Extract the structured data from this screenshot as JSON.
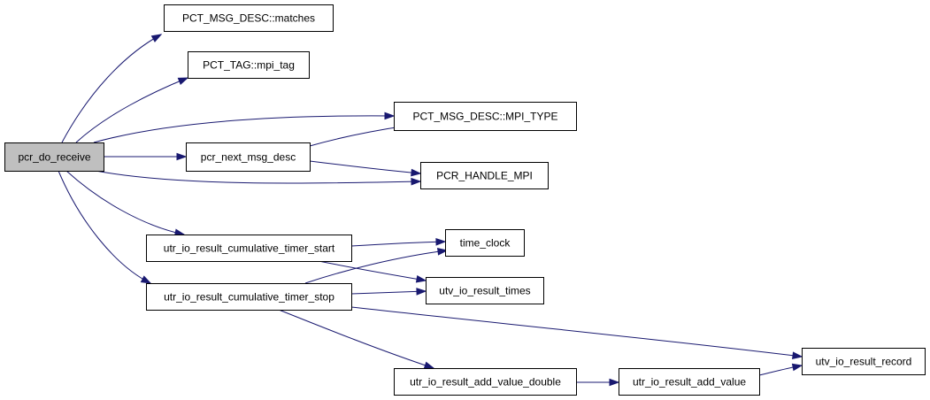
{
  "diagram": {
    "nodes": [
      {
        "id": "pcr_do_receive",
        "label": "pcr_do_receive",
        "root": true
      },
      {
        "id": "matches",
        "label": "PCT_MSG_DESC::matches"
      },
      {
        "id": "mpi_tag",
        "label": "PCT_TAG::mpi_tag"
      },
      {
        "id": "mpi_type",
        "label": "PCT_MSG_DESC::MPI_TYPE"
      },
      {
        "id": "next_msg",
        "label": "pcr_next_msg_desc"
      },
      {
        "id": "handle_mpi",
        "label": "PCR_HANDLE_MPI"
      },
      {
        "id": "timer_start",
        "label": "utr_io_result_cumulative_timer_start"
      },
      {
        "id": "time_clock",
        "label": "time_clock"
      },
      {
        "id": "timer_stop",
        "label": "utr_io_result_cumulative_timer_stop"
      },
      {
        "id": "result_times",
        "label": "utv_io_result_times"
      },
      {
        "id": "result_record",
        "label": "utv_io_result_record"
      },
      {
        "id": "add_value_double",
        "label": "utr_io_result_add_value_double"
      },
      {
        "id": "add_value",
        "label": "utr_io_result_add_value"
      }
    ],
    "edges": [
      {
        "from": "pcr_do_receive",
        "to": "matches"
      },
      {
        "from": "pcr_do_receive",
        "to": "mpi_tag"
      },
      {
        "from": "pcr_do_receive",
        "to": "mpi_type"
      },
      {
        "from": "pcr_do_receive",
        "to": "next_msg"
      },
      {
        "from": "pcr_do_receive",
        "to": "handle_mpi"
      },
      {
        "from": "pcr_do_receive",
        "to": "timer_start"
      },
      {
        "from": "pcr_do_receive",
        "to": "timer_stop"
      },
      {
        "from": "next_msg",
        "to": "mpi_type"
      },
      {
        "from": "next_msg",
        "to": "handle_mpi"
      },
      {
        "from": "timer_start",
        "to": "time_clock"
      },
      {
        "from": "timer_start",
        "to": "result_times"
      },
      {
        "from": "timer_stop",
        "to": "time_clock"
      },
      {
        "from": "timer_stop",
        "to": "result_times"
      },
      {
        "from": "timer_stop",
        "to": "result_record"
      },
      {
        "from": "timer_stop",
        "to": "add_value_double"
      },
      {
        "from": "add_value_double",
        "to": "add_value"
      },
      {
        "from": "add_value",
        "to": "result_record"
      }
    ],
    "colors": {
      "edge": "#191970",
      "root_fill": "#bfbfbf",
      "node_fill": "#ffffff",
      "node_border": "#000000"
    }
  }
}
